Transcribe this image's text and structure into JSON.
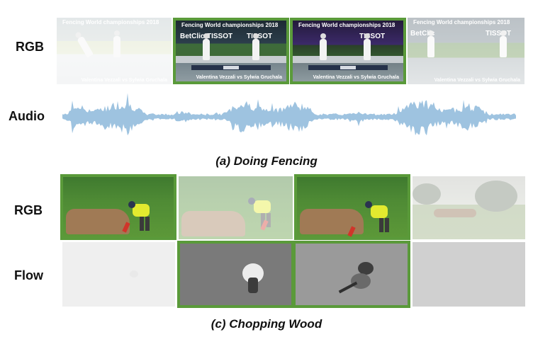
{
  "section_a": {
    "rgb_label": "RGB",
    "audio_label": "Audio",
    "caption": "(a) Doing Fencing",
    "frame_title": "Fencing World championships 2018",
    "frame_subtitle": "Valentina Vezzali vs Sylwia Gruchala",
    "logo_betclic": "BetClic",
    "logo_tissot": "TISSOT",
    "frames": [
      {
        "selected": false,
        "faded": true
      },
      {
        "selected": true,
        "faded": false
      },
      {
        "selected": true,
        "faded": false
      },
      {
        "selected": false,
        "faded": true
      }
    ],
    "waveform_color": "#9ec3e0"
  },
  "section_c": {
    "rgb_label": "RGB",
    "flow_label": "Flow",
    "caption": "(c) Chopping Wood",
    "rgb_frames": [
      {
        "selected": true,
        "faded": false
      },
      {
        "selected": false,
        "faded": true
      },
      {
        "selected": true,
        "faded": false
      },
      {
        "selected": false,
        "faded": true
      }
    ],
    "flow_frames": [
      {
        "selected": false,
        "faded": true
      },
      {
        "selected": true,
        "faded": false
      },
      {
        "selected": true,
        "faded": false
      },
      {
        "selected": false,
        "faded": true
      }
    ]
  },
  "colors": {
    "selected_border": "#5a9a3a",
    "waveform": "#9ec3e0"
  }
}
